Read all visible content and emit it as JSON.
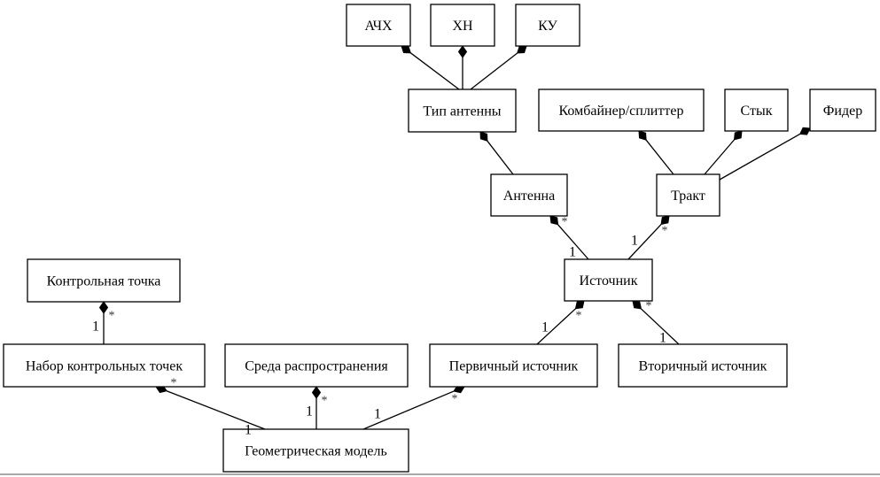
{
  "diagram": {
    "type": "uml-class-composition",
    "nodes": [
      {
        "id": "achx",
        "label": "АЧХ"
      },
      {
        "id": "hn",
        "label": "ХН"
      },
      {
        "id": "ku",
        "label": "КУ"
      },
      {
        "id": "tip_anteny",
        "label": "Тип антенны"
      },
      {
        "id": "kombainer",
        "label": "Комбайнер/сплиттер"
      },
      {
        "id": "styk",
        "label": "Стык"
      },
      {
        "id": "fider",
        "label": "Фидер"
      },
      {
        "id": "antenna",
        "label": "Антенна"
      },
      {
        "id": "trakt",
        "label": "Тракт"
      },
      {
        "id": "kontr_tochka",
        "label": "Контрольная точка"
      },
      {
        "id": "istochnik",
        "label": "Источник"
      },
      {
        "id": "nabor",
        "label": "Набор контрольных точек"
      },
      {
        "id": "sreda",
        "label": "Среда распространения"
      },
      {
        "id": "pervichny",
        "label": "Первичный источник"
      },
      {
        "id": "vtorichny",
        "label": "Вторичный источник"
      },
      {
        "id": "geom_model",
        "label": "Геометрическая модель"
      }
    ],
    "edges": [
      {
        "from": "tip_anteny",
        "to": "achx",
        "kind": "composition",
        "mult_from": "",
        "mult_to": ""
      },
      {
        "from": "tip_anteny",
        "to": "hn",
        "kind": "composition",
        "mult_from": "",
        "mult_to": ""
      },
      {
        "from": "tip_anteny",
        "to": "ku",
        "kind": "composition",
        "mult_from": "",
        "mult_to": ""
      },
      {
        "from": "antenna",
        "to": "tip_anteny",
        "kind": "composition",
        "mult_from": "",
        "mult_to": ""
      },
      {
        "from": "trakt",
        "to": "kombainer",
        "kind": "composition",
        "mult_from": "",
        "mult_to": ""
      },
      {
        "from": "trakt",
        "to": "styk",
        "kind": "composition",
        "mult_from": "",
        "mult_to": ""
      },
      {
        "from": "trakt",
        "to": "fider",
        "kind": "composition",
        "mult_from": "",
        "mult_to": ""
      },
      {
        "from": "istochnik",
        "to": "antenna",
        "kind": "composition",
        "mult_from": "1",
        "mult_to": "*"
      },
      {
        "from": "istochnik",
        "to": "trakt",
        "kind": "composition",
        "mult_from": "1",
        "mult_to": "*"
      },
      {
        "from": "pervichny",
        "to": "istochnik",
        "kind": "composition",
        "mult_from": "1",
        "mult_to": "*"
      },
      {
        "from": "vtorichny",
        "to": "istochnik",
        "kind": "composition",
        "mult_from": "1",
        "mult_to": "*"
      },
      {
        "from": "nabor",
        "to": "kontr_tochka",
        "kind": "composition",
        "mult_from": "1",
        "mult_to": "*"
      },
      {
        "from": "geom_model",
        "to": "nabor",
        "kind": "composition",
        "mult_from": "1",
        "mult_to": "*"
      },
      {
        "from": "geom_model",
        "to": "sreda",
        "kind": "composition",
        "mult_from": "1",
        "mult_to": "*"
      },
      {
        "from": "geom_model",
        "to": "pervichny",
        "kind": "composition",
        "mult_from": "1",
        "mult_to": "*"
      }
    ]
  }
}
